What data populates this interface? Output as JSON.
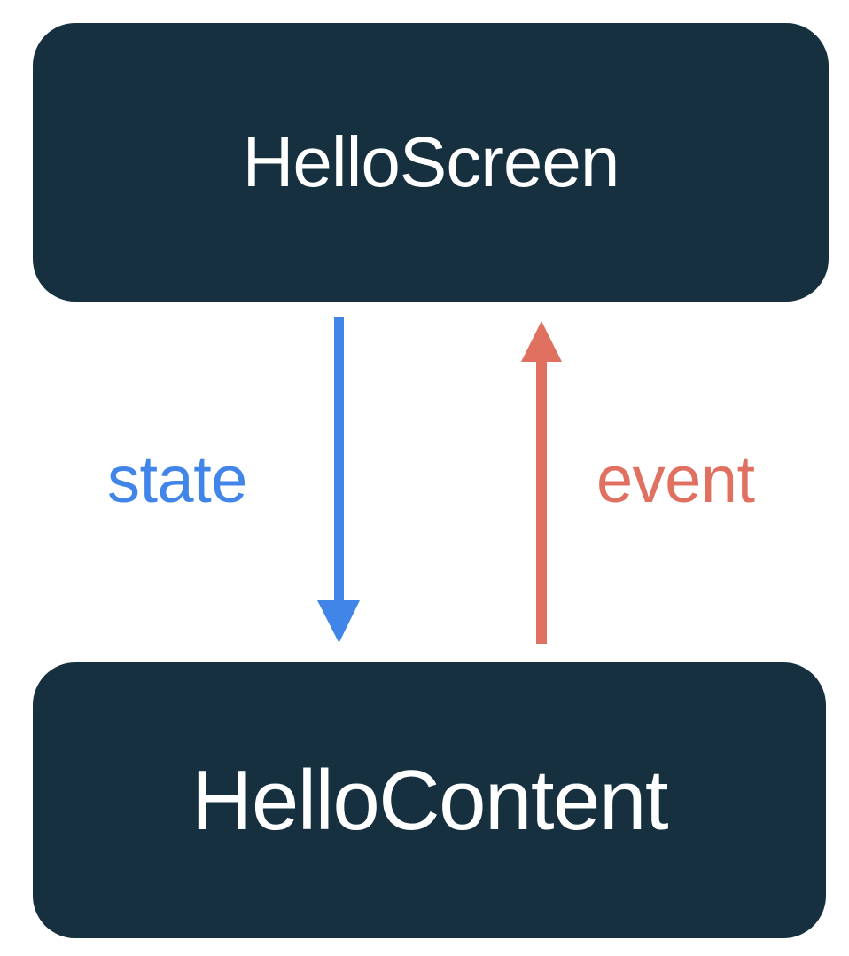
{
  "diagram": {
    "type": "flow-diagram",
    "title": "HelloScreen / HelloContent state and event flow",
    "background_color": "#ffffff",
    "nodes": [
      {
        "id": "hello-screen",
        "label": "HelloScreen",
        "fill_color": "#16303f",
        "text_color": "#ffffff",
        "shape": "rounded-rectangle"
      },
      {
        "id": "hello-content",
        "label": "HelloContent",
        "fill_color": "#16303f",
        "text_color": "#ffffff",
        "shape": "rounded-rectangle"
      }
    ],
    "edges": [
      {
        "id": "state-edge",
        "label": "state",
        "from": "hello-screen",
        "to": "hello-content",
        "direction": "down",
        "color": "#4285e8"
      },
      {
        "id": "event-edge",
        "label": "event",
        "from": "hello-content",
        "to": "hello-screen",
        "direction": "up",
        "color": "#e0705f"
      }
    ]
  }
}
